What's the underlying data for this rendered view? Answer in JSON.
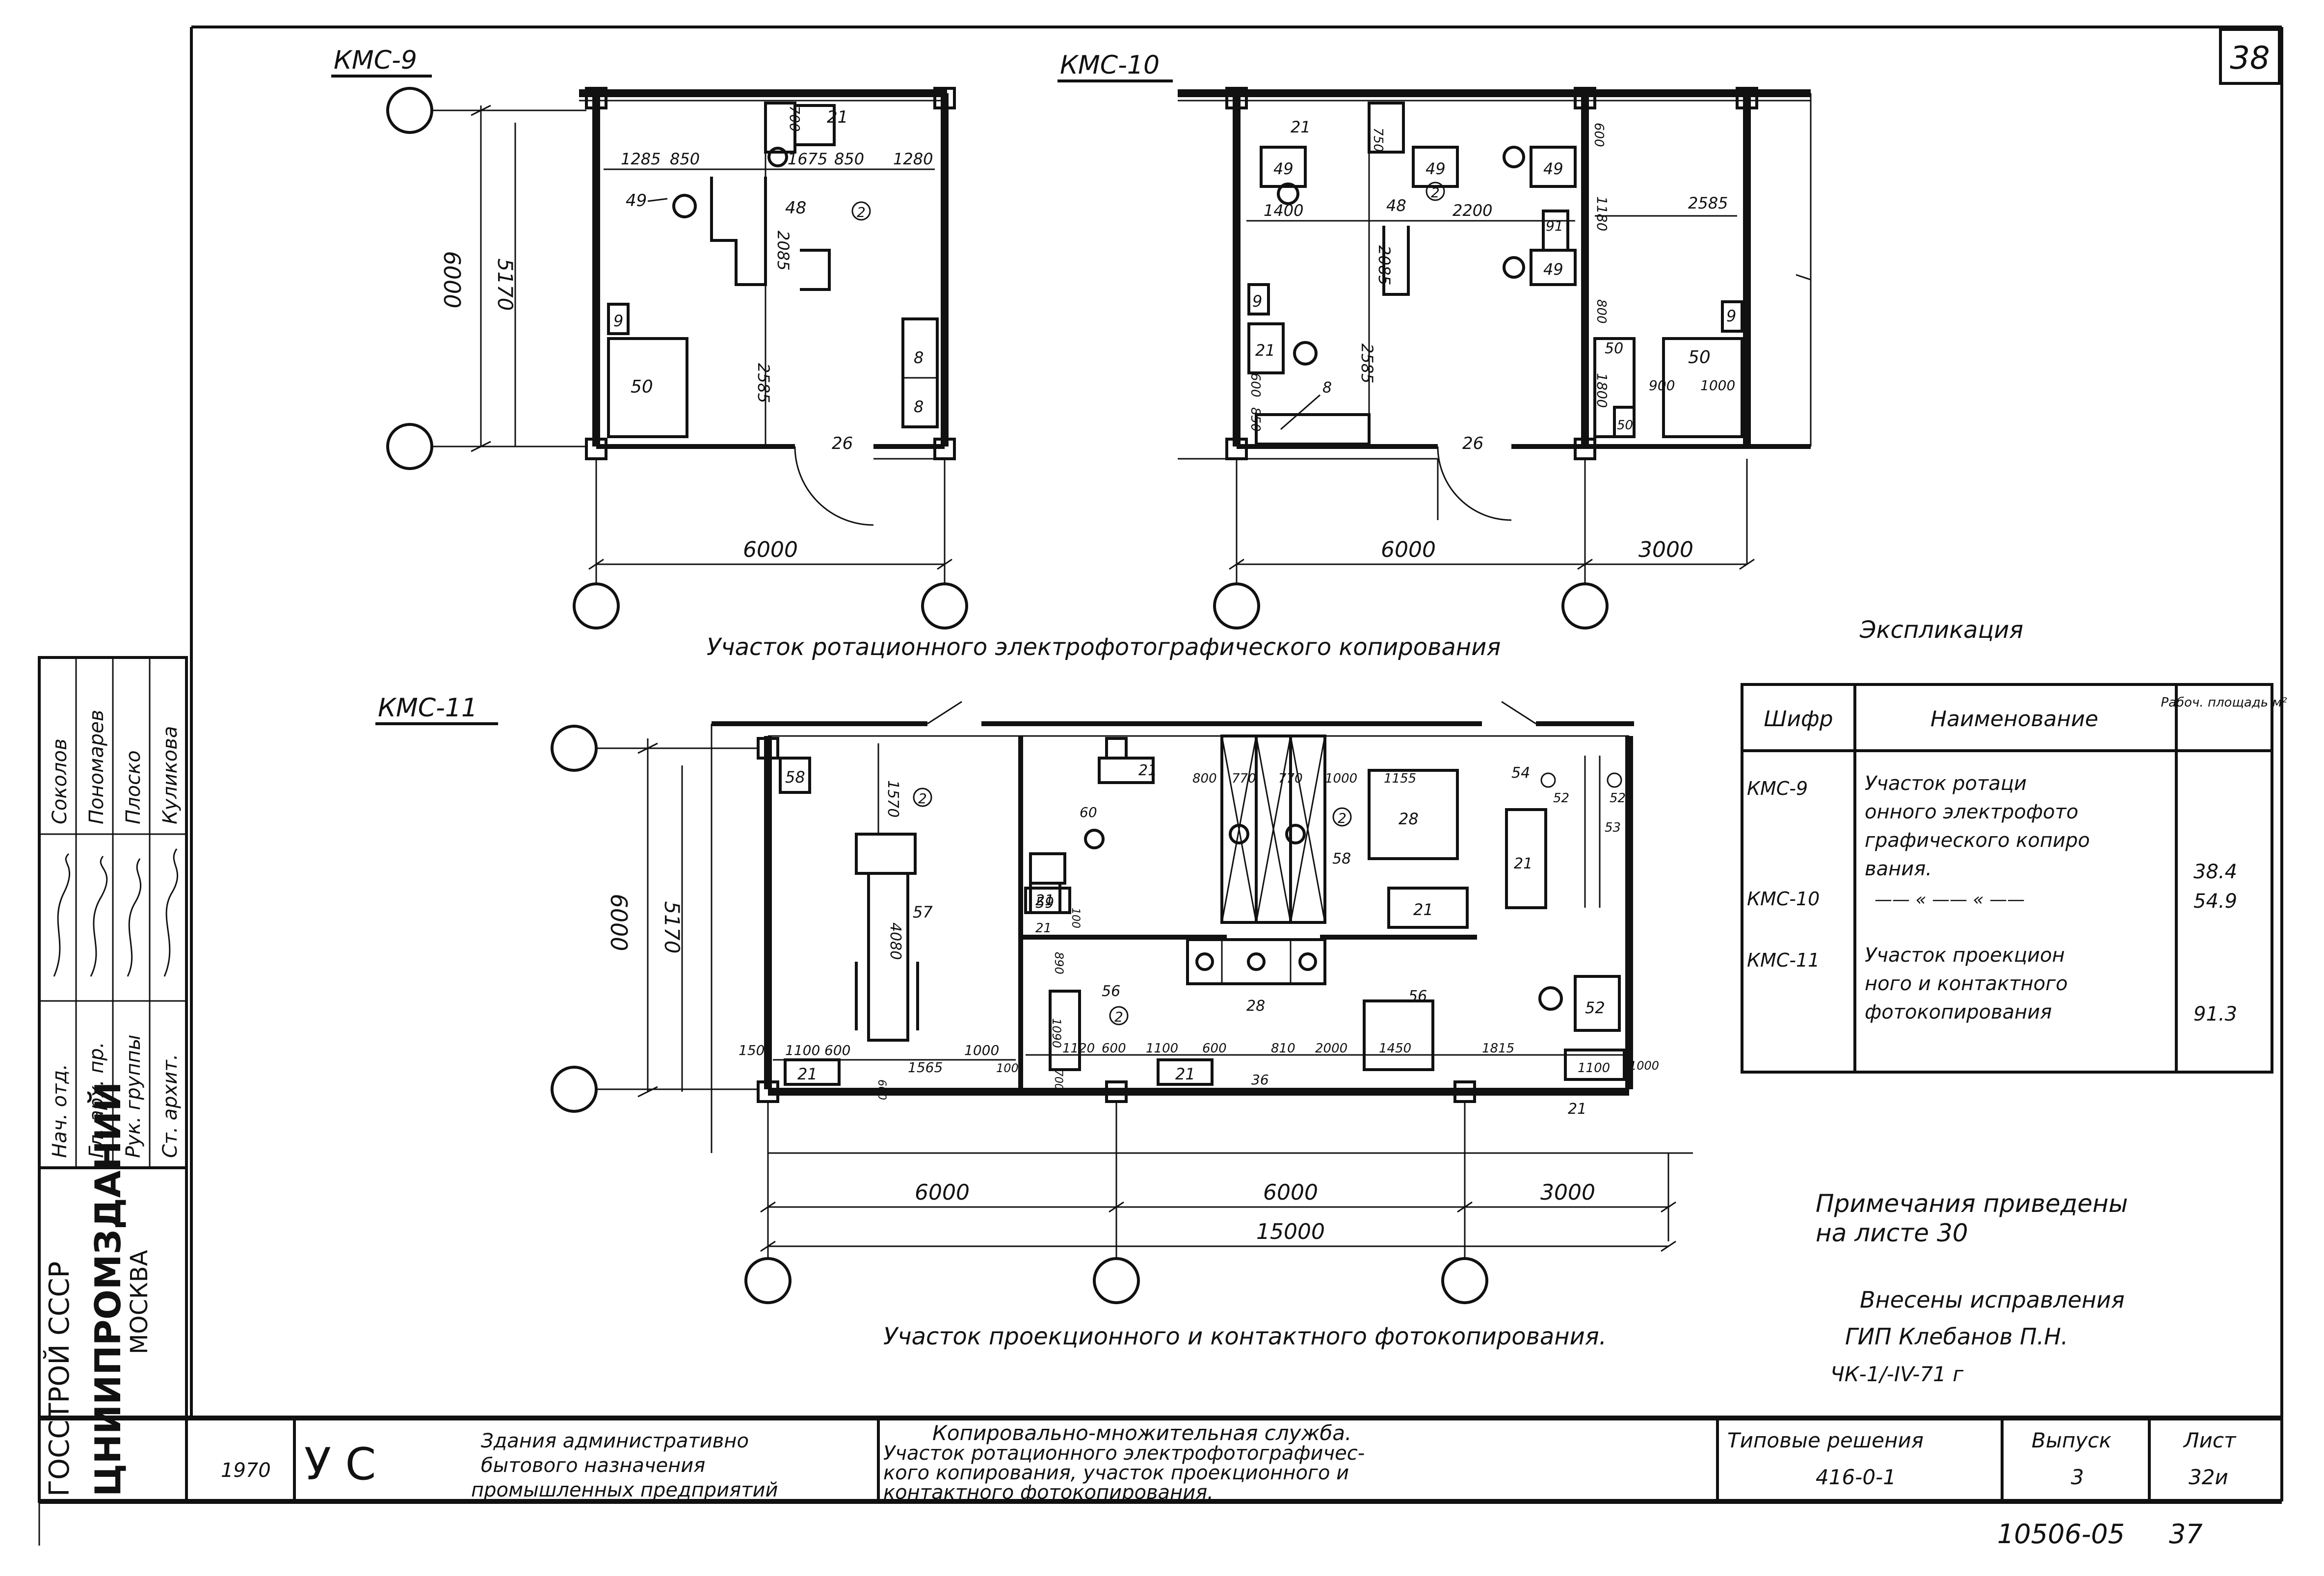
{
  "sheet": {
    "number": "38",
    "year": "1970",
    "code": "10506-05",
    "page": "37"
  },
  "plans": {
    "kmc9": {
      "label": "КМС-9",
      "dims": {
        "width": "6000",
        "height": "6000",
        "inner": "5170",
        "d1": "1285",
        "d2": "850",
        "d3": "1675",
        "d4": "850",
        "d5": "1280",
        "d6": "2085",
        "d7": "2585",
        "d8": "700"
      },
      "items": [
        "21",
        "49",
        "48",
        "9",
        "50",
        "8",
        "8",
        "26",
        "2"
      ]
    },
    "kmc10": {
      "label": "КМС-10",
      "dims": {
        "w1": "6000",
        "w2": "3000",
        "d1": "1400",
        "d2": "2085",
        "d3": "2200",
        "d4": "2585",
        "d5": "1180",
        "d6": "2585",
        "d7": "1800",
        "d8": "900",
        "d9": "1000",
        "d10": "750",
        "d11": "600",
        "d12": "800",
        "d13": "850",
        "d14": "600"
      },
      "items": [
        "21",
        "49",
        "49",
        "49",
        "48",
        "91",
        "49",
        "9",
        "21",
        "9",
        "50",
        "50",
        "50",
        "8",
        "26",
        "2"
      ]
    },
    "kmc11": {
      "label": "КМС-11",
      "dims": {
        "w1": "6000",
        "w2": "6000",
        "w3": "3000",
        "total": "15000",
        "height": "6000",
        "inner": "5170",
        "d1": "1570",
        "d2": "4080",
        "d3": "150",
        "d4": "1100",
        "d5": "600",
        "d6": "1565",
        "d7": "1000",
        "d8": "100",
        "d9": "600",
        "d10": "1120",
        "d11": "600",
        "d12": "1100",
        "d13": "600",
        "d14": "810",
        "d15": "2000",
        "d16": "1450",
        "d17": "1815",
        "d18": "1100",
        "d19": "1000",
        "d20": "800",
        "d21": "770",
        "d22": "770",
        "d23": "1000",
        "d24": "1155",
        "d25": "1090",
        "d26": "890",
        "d27": "700",
        "d28": "100"
      },
      "items": [
        "58",
        "57",
        "21",
        "21",
        "60",
        "59",
        "21",
        "21",
        "58",
        "28",
        "21",
        "54",
        "52",
        "53",
        "52",
        "21",
        "56",
        "56",
        "21",
        "36",
        "52",
        "21",
        "28",
        "2",
        "2",
        "2"
      ]
    }
  },
  "captions": {
    "rotary": "Участок ротационного электрофотографического копирования",
    "projection": "Участок проекционного и контактного фотокопирования.",
    "explication": "Экспликация",
    "notes_line1": "Примечания приведены",
    "notes_line2": "на листе 30",
    "corr1": "Внесены исправления",
    "corr2": "ГИП  Клебанов П.Н.",
    "corr3": "ЧК-1/-IV-71 г"
  },
  "explication": {
    "headers": {
      "code": "Шифр",
      "name": "Наименование",
      "area": "Рабоч. площадь м²"
    },
    "rows": [
      {
        "code": "КМС-9",
        "name_lines": [
          "Участок ротаци",
          "онного электрофото",
          "графического копиро",
          "вания."
        ],
        "area": "38.4"
      },
      {
        "code": "КМС-10",
        "name_lines": [
          "—— « ——  « ——"
        ],
        "area": "54.9"
      },
      {
        "code": "КМС-11",
        "name_lines": [
          "Участок проекцион",
          "ного и контактного",
          "фотокопирования"
        ],
        "area": "91.3"
      }
    ]
  },
  "side_stamp": {
    "org_line1": "ГОССТРОЙ СССР",
    "org_line2": "ЦНИИПРОМЗДАНИЙ",
    "org_line3": "МОСКВА",
    "roles": [
      "Нач. отд.",
      "Гл. арх. пр.",
      "Рук. группы",
      "Ст. архит."
    ],
    "names": [
      "Соколов",
      "Пономарев",
      "Плоско",
      "Куликова"
    ]
  },
  "titleblock": {
    "year": "1970",
    "series_mark": "У С",
    "building_lines": [
      "Здания административно",
      "бытового назначения",
      "промышленных предприятий"
    ],
    "subject_lines": [
      "Копировально-множительная служба.",
      "Участок ротационного электрофотографичес-",
      "кого копирования, участок проекционного и",
      "контактного фотокопирования."
    ],
    "typical_label": "Типовые решения",
    "typical_value": "416-0-1",
    "issue_label": "Выпуск",
    "issue_value": "3",
    "sheet_label": "Лист",
    "sheet_value": "32и"
  }
}
